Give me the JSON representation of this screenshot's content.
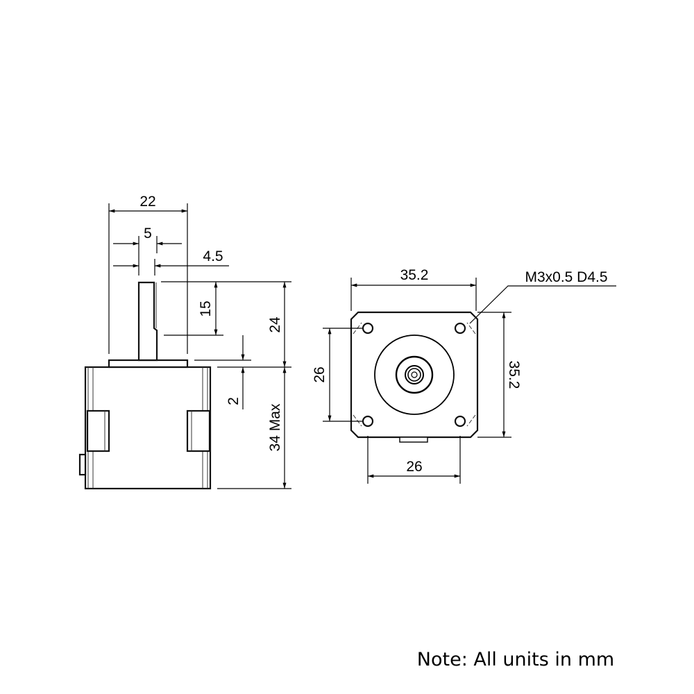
{
  "side_view": {
    "dims": {
      "body_width": "22",
      "shaft_diameter": "5",
      "flat_depth": "4.5",
      "flat_length": "15",
      "shaft_length": "24",
      "flange_height": "2",
      "body_length": "34 Max"
    }
  },
  "front_view": {
    "dims": {
      "width": "35.2",
      "height": "35.2",
      "hole_spacing_vertical": "26",
      "hole_spacing_horizontal": "26",
      "hole_spec": "M3x0.5 D4.5"
    }
  },
  "note": "Note: All units in mm"
}
